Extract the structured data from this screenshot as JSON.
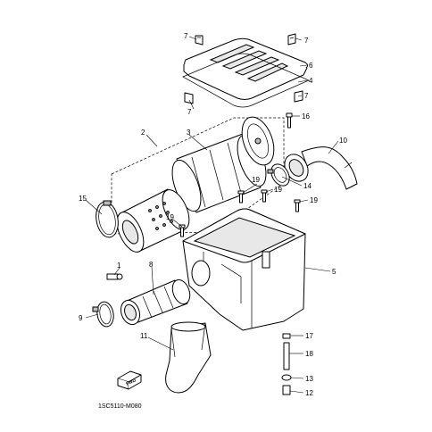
{
  "diagram": {
    "code": "1SC5110-M080",
    "fwd_mark": "FWD",
    "callouts": [
      {
        "id": "c7a",
        "label": "7"
      },
      {
        "id": "c7b",
        "label": "7"
      },
      {
        "id": "c6",
        "label": "6"
      },
      {
        "id": "c4",
        "label": "4"
      },
      {
        "id": "c7c",
        "label": "7"
      },
      {
        "id": "c7d",
        "label": "7"
      },
      {
        "id": "c16",
        "label": "16"
      },
      {
        "id": "c2",
        "label": "2"
      },
      {
        "id": "c3",
        "label": "3"
      },
      {
        "id": "c10",
        "label": "10"
      },
      {
        "id": "c14",
        "label": "14"
      },
      {
        "id": "c19a",
        "label": "19"
      },
      {
        "id": "c19b",
        "label": "19"
      },
      {
        "id": "c19c",
        "label": "19"
      },
      {
        "id": "c15",
        "label": "15"
      },
      {
        "id": "c19d",
        "label": "19"
      },
      {
        "id": "c5",
        "label": "5"
      },
      {
        "id": "c1",
        "label": "1"
      },
      {
        "id": "c8",
        "label": "8"
      },
      {
        "id": "c9",
        "label": "9"
      },
      {
        "id": "c11",
        "label": "11"
      },
      {
        "id": "c17",
        "label": "17"
      },
      {
        "id": "c18",
        "label": "18"
      },
      {
        "id": "c13",
        "label": "13"
      },
      {
        "id": "c12",
        "label": "12"
      }
    ]
  }
}
